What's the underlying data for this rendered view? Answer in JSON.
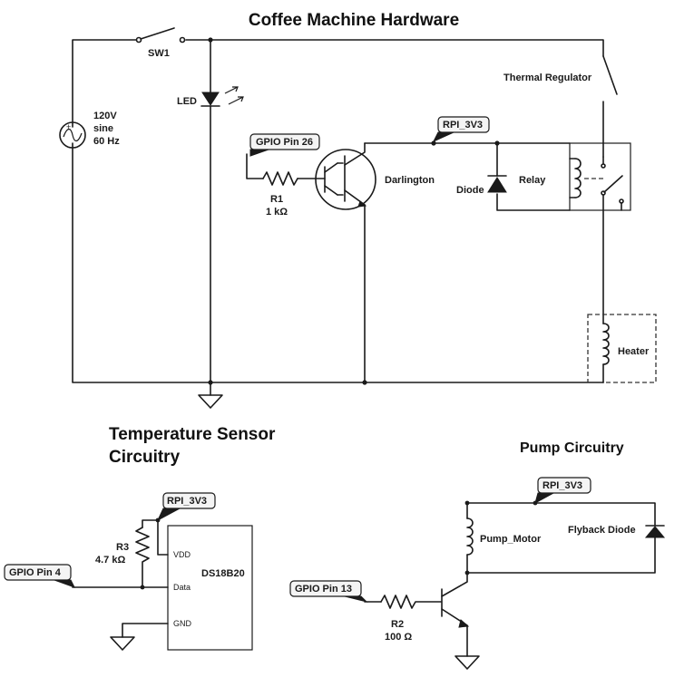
{
  "titles": {
    "main": "Coffee Machine Hardware",
    "temp_line1": "Temperature Sensor",
    "temp_line2": "Circuitry",
    "pump": "Pump Circuitry"
  },
  "main_circuit": {
    "source": {
      "line1": "120V",
      "line2": "sine",
      "line3": "60 Hz"
    },
    "switch": "SW1",
    "led": "LED",
    "gpio_tag": "GPIO Pin 26",
    "resistor": {
      "name": "R1",
      "value": "1 kΩ"
    },
    "transistor": "Darlington",
    "power_tag": "RPI_3V3",
    "diode": "Diode",
    "relay": "Relay",
    "thermal": "Thermal Regulator",
    "heater": "Heater"
  },
  "temp_circuit": {
    "power_tag": "RPI_3V3",
    "gpio_tag": "GPIO Pin 4",
    "resistor": {
      "name": "R3",
      "value": "4.7 kΩ"
    },
    "chip": {
      "name": "DS18B20",
      "pins": [
        "VDD",
        "Data",
        "GND"
      ]
    }
  },
  "pump_circuit": {
    "power_tag": "RPI_3V3",
    "motor": "Pump_Motor",
    "flyback": "Flyback Diode",
    "gpio_tag": "GPIO Pin 13",
    "resistor": {
      "name": "R2",
      "value": "100 Ω"
    }
  }
}
